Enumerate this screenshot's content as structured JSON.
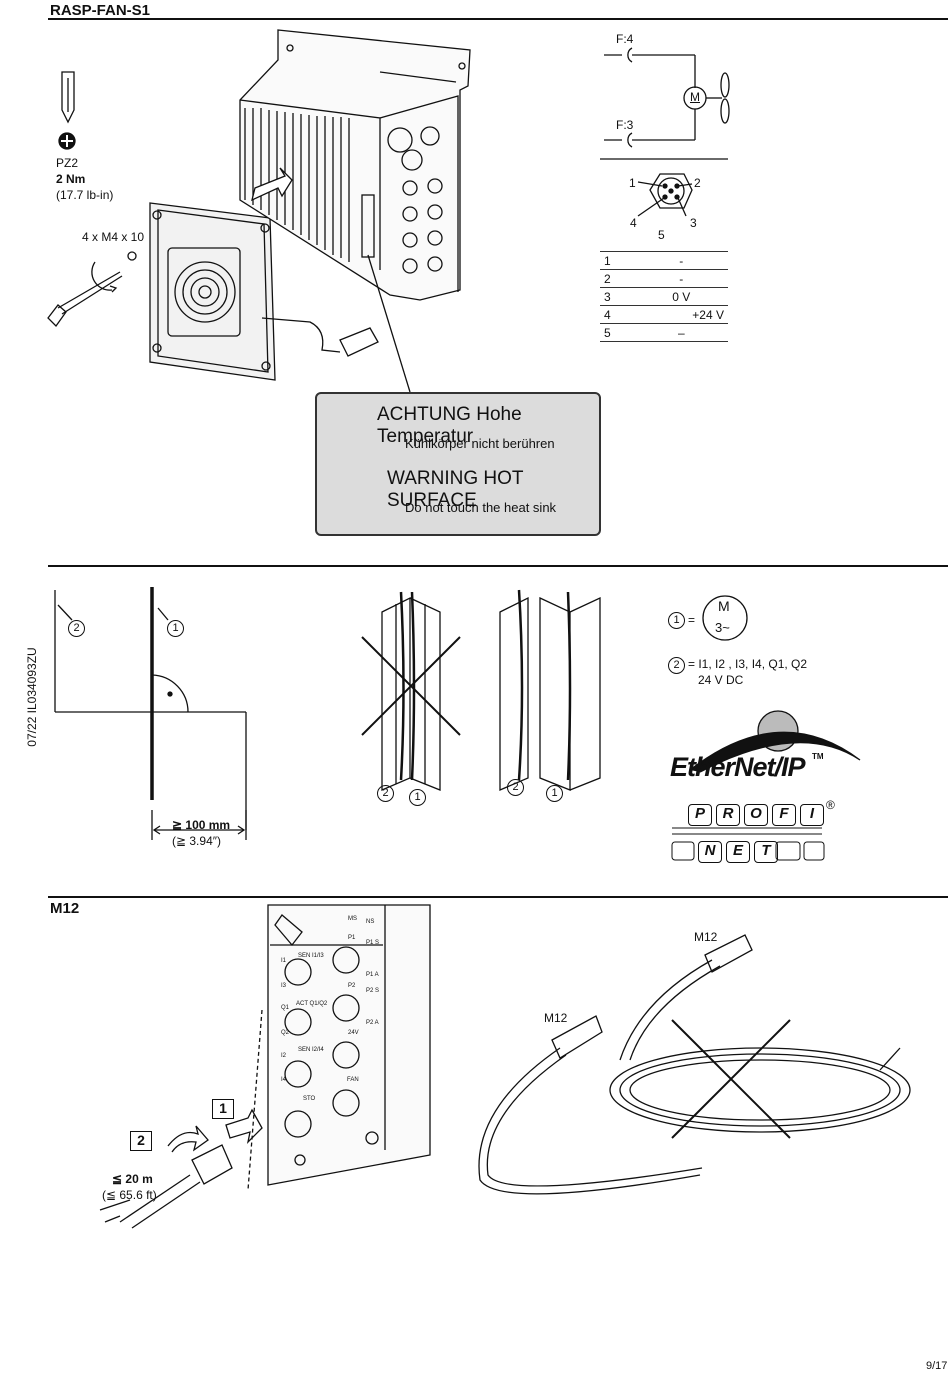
{
  "header": {
    "section1_title": "RASP-FAN-S1",
    "section3_title": "M12",
    "side_code": "07/22 IL034093ZU",
    "page_number": "9/17"
  },
  "tools": {
    "bit": "PZ2",
    "torque": "2 Nm",
    "torque_imperial": "(17.7 lb-in)",
    "screws": "4 x M4 x 10"
  },
  "wiring": {
    "f4": "F:4",
    "f3": "F:3",
    "motor": "M"
  },
  "connector": {
    "pins": [
      "1",
      "2",
      "3",
      "4",
      "5"
    ]
  },
  "pin_table": [
    {
      "pin": "1",
      "value": "-"
    },
    {
      "pin": "2",
      "value": "-"
    },
    {
      "pin": "3",
      "value": "0 V"
    },
    {
      "pin": "4",
      "value": "+24 V"
    },
    {
      "pin": "5",
      "value": "–"
    }
  ],
  "warning": {
    "de_title": "ACHTUNG Hohe Temperatur",
    "de_text": "Kühlkörper nicht berühren",
    "en_title": "WARNING HOT SURFACE",
    "en_text": "Do not touch the heat sink"
  },
  "spacing": {
    "callout1": "1",
    "callout2": "2",
    "distance": "≧ 100 mm",
    "distance_imperial": "(≧ 3.94″)"
  },
  "legend": {
    "item1_num": "1",
    "eq": "=",
    "motor_m": "M",
    "motor_3": "3~",
    "item2_num": "2",
    "item2_text": "= I1, I2 , I3, I4, Q1, Q2",
    "item2_volt": "24 V DC"
  },
  "logos": {
    "ethernet": "EtherNet/IP",
    "tm": "TM",
    "profi": [
      "P",
      "R",
      "O",
      "F",
      "I"
    ],
    "net": [
      "N",
      "E",
      "T"
    ],
    "reg": "®"
  },
  "m12": {
    "step1": "1",
    "step2": "2",
    "cable_len": "≦ 20 m",
    "cable_len_imperial": "(≦ 65.6 ft)",
    "m12_a": "M12",
    "m12_b": "M12"
  },
  "device_labels": [
    "MS",
    "NS",
    "P1",
    "P1 S",
    "SEN I1/I3",
    "P1 A",
    "P2",
    "P2 S",
    "ACT Q1/Q2",
    "P2 A",
    "24V",
    "SEN I2/I4",
    "FAN",
    "STO",
    "I1",
    "I3",
    "Q1",
    "Q2",
    "I2",
    "I4"
  ],
  "colors": {
    "warning_bg": "#dcdcdc",
    "ink": "#111111"
  }
}
